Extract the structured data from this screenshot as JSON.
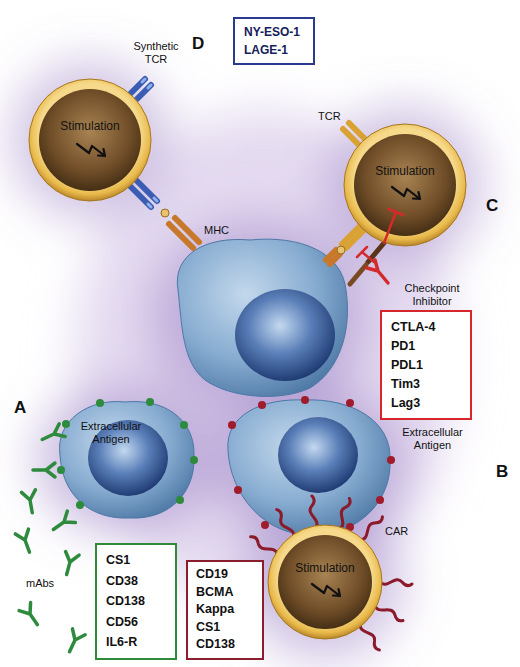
{
  "diagram": {
    "nodes": [
      {
        "text": [
          "NY-ESO-1",
          "LAGE-1"
        ]
      },
      {
        "text": [
          "Stimulation"
        ]
      },
      {
        "text": [
          "Stimulation"
        ]
      },
      {
        "text": [
          "CTLA-4",
          "PD1",
          "PDL1",
          "Tim3",
          "Lag3"
        ]
      },
      {
        "text": [
          "Stimulation"
        ]
      },
      {
        "text": [
          "CS1",
          "CD38",
          "CD138",
          "CD56",
          "IL6-R"
        ]
      },
      {
        "text": [
          "CD19",
          "BCMA",
          "Kappa",
          "CS1",
          "CD138"
        ]
      }
    ],
    "labels": [
      "D",
      "Synthetic TCR",
      "TCR",
      "C",
      "MHC",
      "Checkpoint Inhibitor",
      "A",
      "Extracellular Antigen",
      "Extracellular Antigen",
      "B",
      "CAR",
      "mAbs"
    ]
  }
}
